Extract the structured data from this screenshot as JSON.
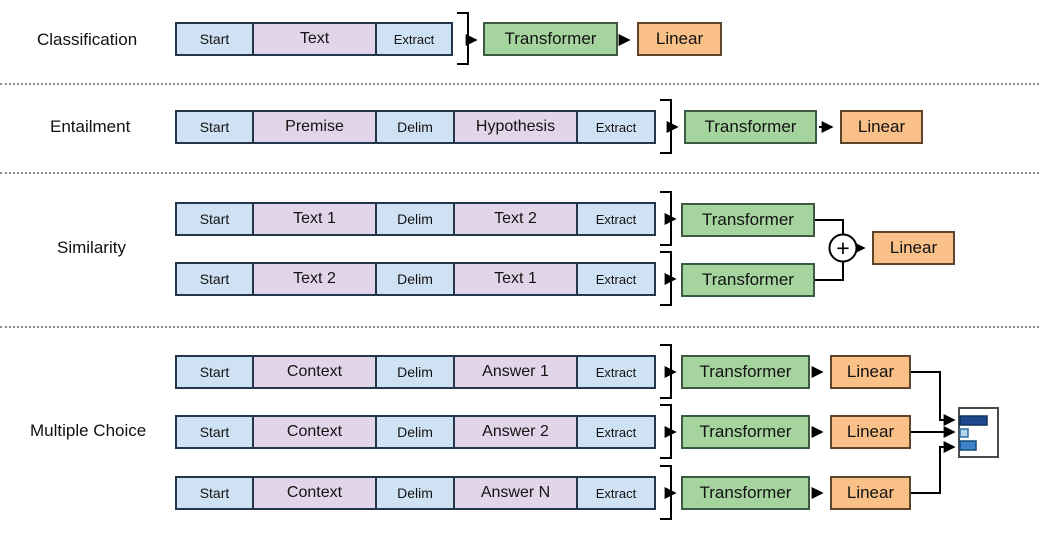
{
  "colors": {
    "token_blue": "#cfe2f3",
    "token_purple": "#e2d4e9",
    "token_border": "#24364a",
    "transformer_green": "#a5d49e",
    "transformer_border": "#3c5a40",
    "linear_orange": "#f9c088",
    "linear_border": "#5c452c",
    "connector": "#000000",
    "separator": "#8f8f8f",
    "bar_dark_blue": "#1d4a8f",
    "bar_light_blue": "#b8d6ee",
    "bar_mid_blue": "#3d85c8"
  },
  "blocks": {
    "transformer": "Transformer",
    "linear": "Linear",
    "sum_symbol": "+"
  },
  "sections": [
    {
      "label": "Classification",
      "rows": [
        {
          "segments": [
            "Start",
            "Text",
            "Extract"
          ]
        }
      ]
    },
    {
      "label": "Entailment",
      "rows": [
        {
          "segments": [
            "Start",
            "Premise",
            "Delim",
            "Hypothesis",
            "Extract"
          ]
        }
      ]
    },
    {
      "label": "Similarity",
      "rows": [
        {
          "segments": [
            "Start",
            "Text 1",
            "Delim",
            "Text 2",
            "Extract"
          ]
        },
        {
          "segments": [
            "Start",
            "Text 2",
            "Delim",
            "Text 1",
            "Extract"
          ]
        }
      ]
    },
    {
      "label": "Multiple Choice",
      "rows": [
        {
          "segments": [
            "Start",
            "Context",
            "Delim",
            "Answer 1",
            "Extract"
          ]
        },
        {
          "segments": [
            "Start",
            "Context",
            "Delim",
            "Answer 2",
            "Extract"
          ]
        },
        {
          "segments": [
            "Start",
            "Context",
            "Delim",
            "Answer N",
            "Extract"
          ]
        }
      ]
    }
  ],
  "answer_distribution": {
    "bar_widths": [
      27,
      8,
      16
    ]
  }
}
